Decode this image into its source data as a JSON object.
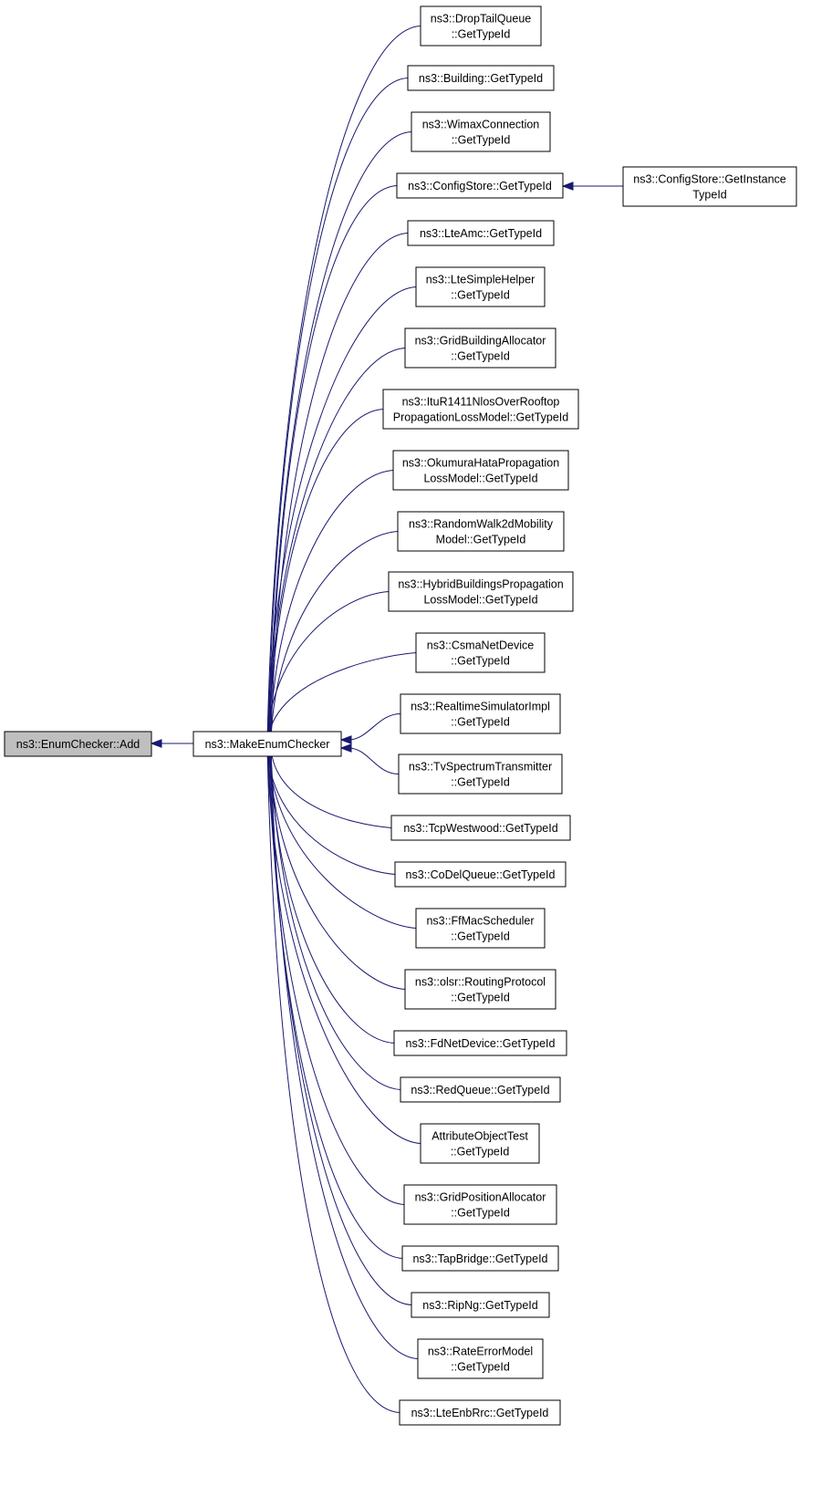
{
  "colors": {
    "edge": "#191970",
    "node_border": "#000000",
    "node_fill": "#ffffff",
    "root_fill": "#bfbfbf"
  },
  "root": {
    "lines": [
      "ns3::EnumChecker::Add"
    ]
  },
  "center": {
    "lines": [
      "ns3::MakeEnumChecker"
    ]
  },
  "callers": [
    {
      "lines": [
        "ns3::DropTailQueue",
        "::GetTypeId"
      ]
    },
    {
      "lines": [
        "ns3::Building::GetTypeId"
      ]
    },
    {
      "lines": [
        "ns3::WimaxConnection",
        "::GetTypeId"
      ]
    },
    {
      "lines": [
        "ns3::ConfigStore::GetTypeId"
      ]
    },
    {
      "lines": [
        "ns3::LteAmc::GetTypeId"
      ]
    },
    {
      "lines": [
        "ns3::LteSimpleHelper",
        "::GetTypeId"
      ]
    },
    {
      "lines": [
        "ns3::GridBuildingAllocator",
        "::GetTypeId"
      ]
    },
    {
      "lines": [
        "ns3::ItuR1411NlosOverRooftop",
        "PropagationLossModel::GetTypeId"
      ]
    },
    {
      "lines": [
        "ns3::OkumuraHataPropagation",
        "LossModel::GetTypeId"
      ]
    },
    {
      "lines": [
        "ns3::RandomWalk2dMobility",
        "Model::GetTypeId"
      ]
    },
    {
      "lines": [
        "ns3::HybridBuildingsPropagation",
        "LossModel::GetTypeId"
      ]
    },
    {
      "lines": [
        "ns3::CsmaNetDevice",
        "::GetTypeId"
      ]
    },
    {
      "lines": [
        "ns3::RealtimeSimulatorImpl",
        "::GetTypeId"
      ]
    },
    {
      "lines": [
        "ns3::TvSpectrumTransmitter",
        "::GetTypeId"
      ]
    },
    {
      "lines": [
        "ns3::TcpWestwood::GetTypeId"
      ]
    },
    {
      "lines": [
        "ns3::CoDelQueue::GetTypeId"
      ]
    },
    {
      "lines": [
        "ns3::FfMacScheduler",
        "::GetTypeId"
      ]
    },
    {
      "lines": [
        "ns3::olsr::RoutingProtocol",
        "::GetTypeId"
      ]
    },
    {
      "lines": [
        "ns3::FdNetDevice::GetTypeId"
      ]
    },
    {
      "lines": [
        "ns3::RedQueue::GetTypeId"
      ]
    },
    {
      "lines": [
        "AttributeObjectTest",
        "::GetTypeId"
      ]
    },
    {
      "lines": [
        "ns3::GridPositionAllocator",
        "::GetTypeId"
      ]
    },
    {
      "lines": [
        "ns3::TapBridge::GetTypeId"
      ]
    },
    {
      "lines": [
        "ns3::RipNg::GetTypeId"
      ]
    },
    {
      "lines": [
        "ns3::RateErrorModel",
        "::GetTypeId"
      ]
    },
    {
      "lines": [
        "ns3::LteEnbRrc::GetTypeId"
      ]
    }
  ],
  "extra": {
    "lines": [
      "ns3::ConfigStore::GetInstance",
      "TypeId"
    ],
    "calls": 3
  }
}
